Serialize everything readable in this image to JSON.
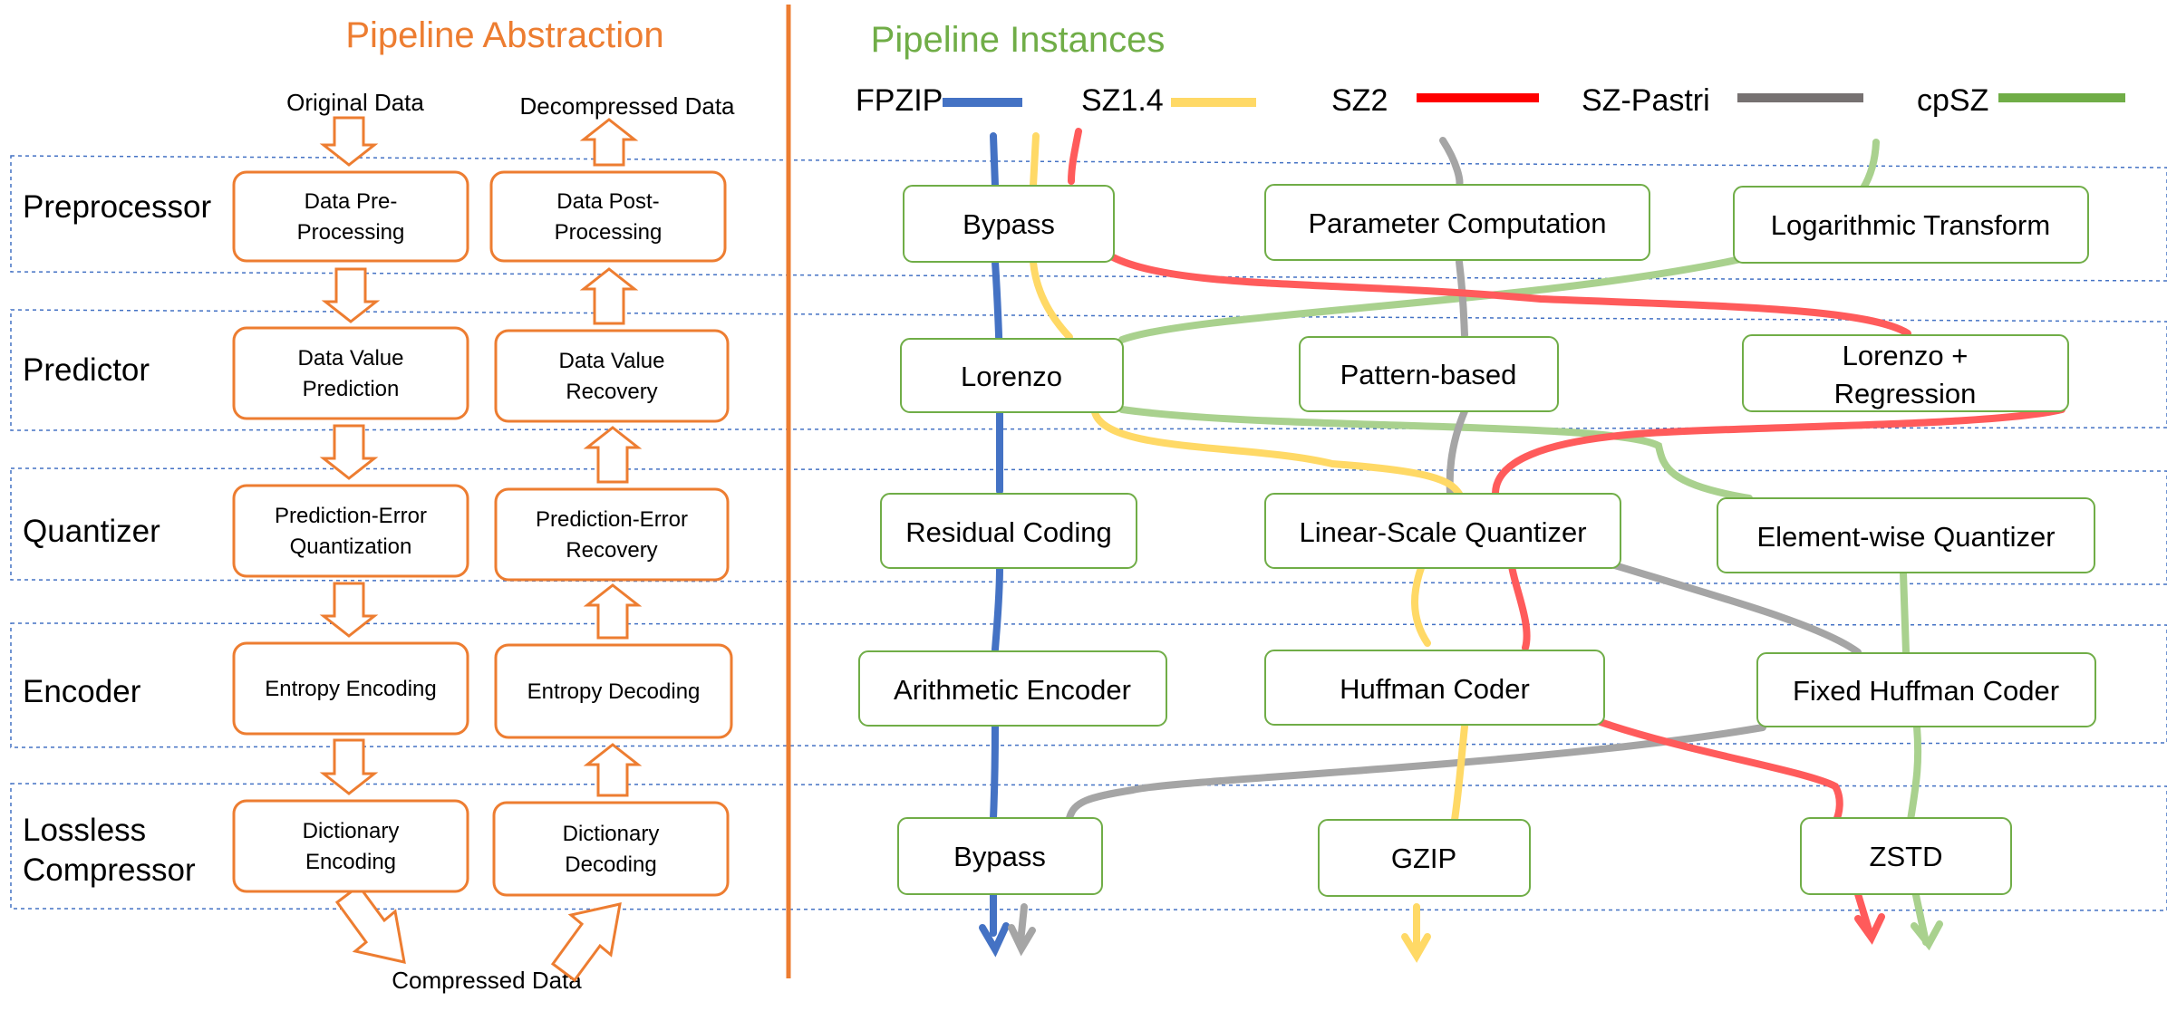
{
  "colors": {
    "orange": "#ED7D31",
    "green": "#70AD47",
    "band": "#4472C4",
    "fpzip": "#4472C4",
    "sz14": "#FFD966",
    "sz2": "#FF5B5B",
    "szpastri": "#A5A5A5",
    "cpsz": "#A9D18E"
  },
  "headers": {
    "abstraction": "Pipeline Abstraction",
    "instances": "Pipeline Instances"
  },
  "stages": [
    "Preprocessor",
    "Predictor",
    "Quantizer",
    "Encoder",
    "Lossless",
    "Compressor"
  ],
  "flow": {
    "original": "Original Data",
    "decompressed": "Decompressed Data",
    "compressed": "Compressed Data"
  },
  "abstraction": {
    "compress": [
      [
        "Data Pre-",
        "Processing"
      ],
      [
        "Data Value",
        "Prediction"
      ],
      [
        "Prediction-Error",
        "Quantization"
      ],
      [
        "Entropy Encoding"
      ],
      [
        "Dictionary",
        "Encoding"
      ]
    ],
    "decompress": [
      [
        "Data Post-",
        "Processing"
      ],
      [
        "Data Value",
        "Recovery"
      ],
      [
        "Prediction-Error",
        "Recovery"
      ],
      [
        "Entropy Decoding"
      ],
      [
        "Dictionary",
        "Decoding"
      ]
    ]
  },
  "legend": [
    {
      "label": "FPZIP",
      "color": "#4472C4"
    },
    {
      "label": "SZ1.4",
      "color": "#FFD966"
    },
    {
      "label": "SZ2",
      "color": "#FF5B5B"
    },
    {
      "label": "SZ-Pastri",
      "color": "#767171"
    },
    {
      "label": "cpSZ",
      "color": "#70AD47"
    }
  ],
  "instances": {
    "preprocessor": [
      "Bypass",
      "Parameter Computation",
      "Logarithmic Transform"
    ],
    "predictor": [
      "Lorenzo",
      "Pattern-based",
      "Lorenzo +",
      "Regression"
    ],
    "quantizer": [
      "Residual Coding",
      "Linear-Scale Quantizer",
      "Element-wise Quantizer"
    ],
    "encoder": [
      "Arithmetic Encoder",
      "Huffman Coder",
      "Fixed Huffman Coder"
    ],
    "lossless": [
      "Bypass",
      "GZIP",
      "ZSTD"
    ]
  }
}
